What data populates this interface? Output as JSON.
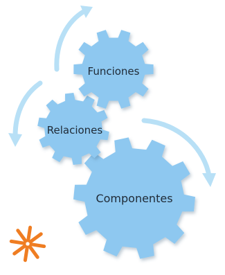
{
  "labels": {
    "gear_top": "Funciones",
    "gear_middle": "Relaciones",
    "gear_bottom": "Componentes"
  },
  "colors": {
    "gear": "#8ec8f0",
    "gear_shade": "#7ab8e2",
    "arrow": "#b8e0f6",
    "logo": "#ef7d22",
    "text": "#1f2a36"
  },
  "icons": {
    "logo": "orange-asterisk-star-icon",
    "arrows": "curved-arrow-icon"
  }
}
